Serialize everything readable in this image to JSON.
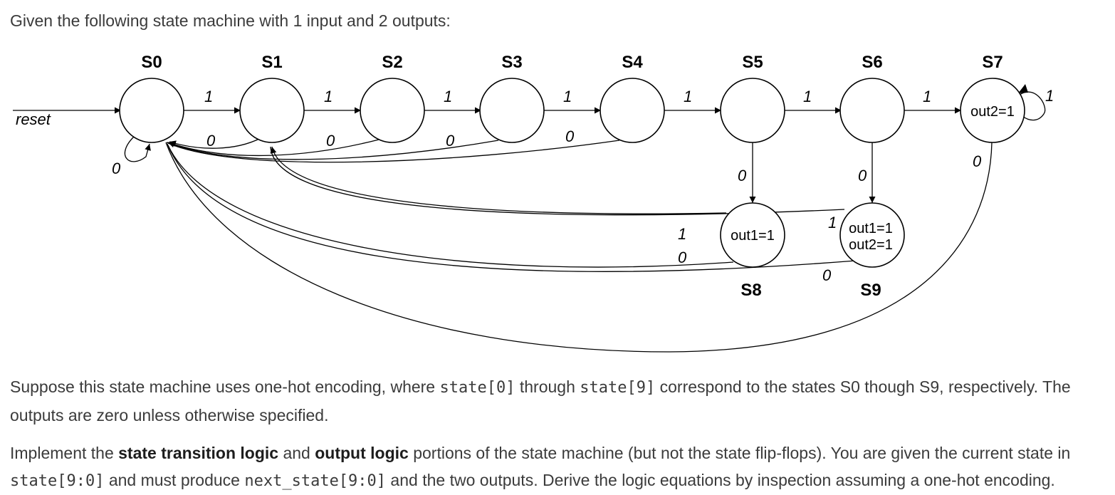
{
  "intro": "Given the following state machine with 1 input and 2 outputs:",
  "diagram": {
    "reset_label": "reset",
    "states": [
      {
        "name": "S0",
        "output": ""
      },
      {
        "name": "S1",
        "output": ""
      },
      {
        "name": "S2",
        "output": ""
      },
      {
        "name": "S3",
        "output": ""
      },
      {
        "name": "S4",
        "output": ""
      },
      {
        "name": "S5",
        "output": ""
      },
      {
        "name": "S6",
        "output": ""
      },
      {
        "name": "S7",
        "output": "out2=1"
      },
      {
        "name": "S8",
        "output": "out1=1"
      },
      {
        "name": "S9",
        "output_line1": "out1=1",
        "output_line2": "out2=1"
      }
    ],
    "edge_one": "1",
    "edge_zero": "0"
  },
  "para1": {
    "t1": "Suppose this state machine uses one-hot encoding, where ",
    "c1": "state[0]",
    "t2": " through ",
    "c2": "state[9]",
    "t3": " correspond to the states S0 though S9, respectively. The outputs are zero unless otherwise specified."
  },
  "para2": {
    "t1": "Implement the ",
    "b1": "state transition logic",
    "t2": " and ",
    "b2": "output logic",
    "t3": " portions of the state machine (but not the state flip-flops). You are given the current state in ",
    "c1": "state[9:0]",
    "t4": " and must produce ",
    "c2": "next_state[9:0]",
    "t5": " and the two outputs. Derive the logic equations by inspection assuming a one-hot encoding."
  }
}
